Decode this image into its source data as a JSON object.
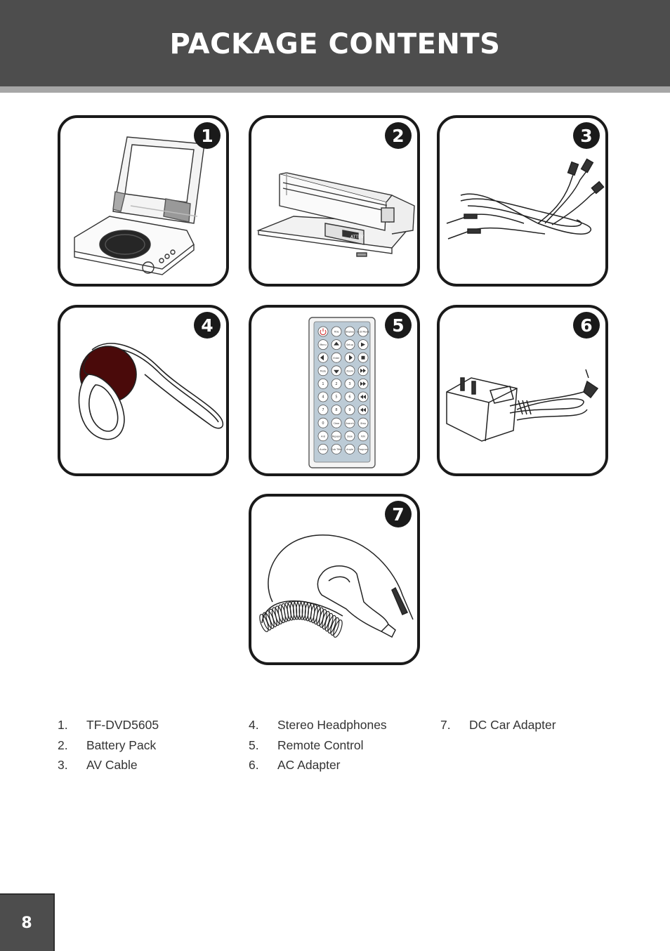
{
  "header": {
    "title": "PACKAGE CONTENTS"
  },
  "panels": [
    {
      "badge": "1",
      "icon": "dvd-player-icon"
    },
    {
      "badge": "2",
      "icon": "battery-pack-icon"
    },
    {
      "badge": "3",
      "icon": "av-cable-icon"
    },
    {
      "badge": "4",
      "icon": "headphones-icon"
    },
    {
      "badge": "5",
      "icon": "remote-control-icon"
    },
    {
      "badge": "6",
      "icon": "ac-adapter-icon"
    },
    {
      "badge": "7",
      "icon": "car-adapter-icon"
    }
  ],
  "remote": {
    "buttons": [
      "Title",
      "Display",
      "LCD Mode",
      "Menu",
      "Setup",
      "Enter",
      "Zoom",
      "Mute",
      "1",
      "2",
      "3",
      "4",
      "5",
      "6",
      "7",
      "8",
      "9",
      "0",
      "Clear",
      "Search",
      "Step",
      "A-B",
      "Repeat",
      "Slow",
      "P/N",
      "Audio",
      "Sub Title",
      "Angle",
      "Program"
    ]
  },
  "battery": {
    "brand": "ATTEV"
  },
  "list": [
    {
      "num": "1.",
      "label": "TF-DVD5605"
    },
    {
      "num": "2.",
      "label": "Battery Pack"
    },
    {
      "num": "3.",
      "label": "AV Cable"
    },
    {
      "num": "4.",
      "label": "Stereo Headphones"
    },
    {
      "num": "5.",
      "label": "Remote Control"
    },
    {
      "num": "6.",
      "label": "AC Adapter"
    },
    {
      "num": "7.",
      "label": "DC Car Adapter"
    }
  ],
  "footer": {
    "page_number": "8"
  }
}
